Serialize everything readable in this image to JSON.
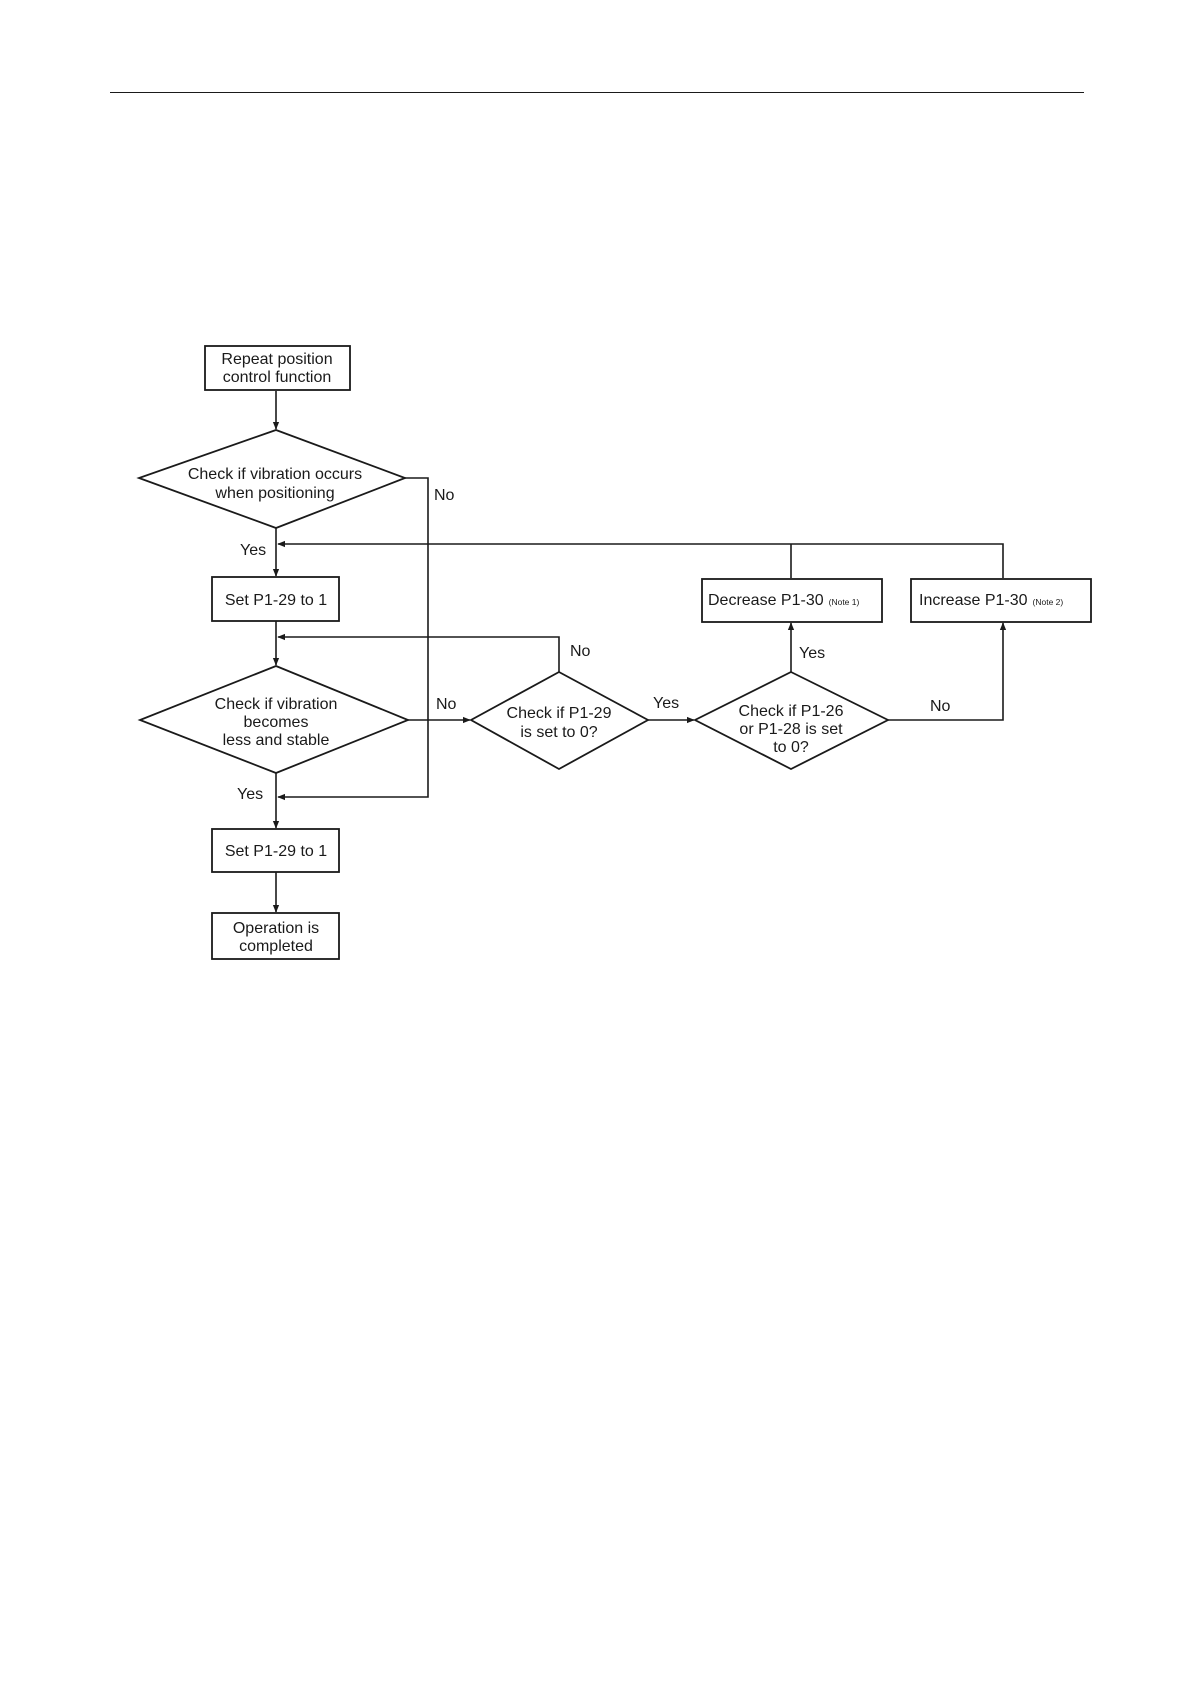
{
  "nodes": {
    "start": [
      "Repeat position",
      "control function"
    ],
    "check_vibration": [
      "Check if vibration occurs",
      "when positioning"
    ],
    "set_p129_first": [
      "Set P1-29 to 1"
    ],
    "check_stable": [
      "Check if vibration",
      "becomes",
      "less and stable"
    ],
    "check_p129": [
      "Check if P1-29",
      "is set to 0?"
    ],
    "check_p126": [
      "Check if P1-26",
      "or P1-28 is set",
      "to 0?"
    ],
    "decrease": {
      "text": "Decrease P1-30",
      "note": "(Note 1)"
    },
    "increase": {
      "text": "Increase P1-30",
      "note": "(Note 2)"
    },
    "set_p129_second": [
      "Set P1-29 to 1"
    ],
    "end": [
      "Operation is",
      "completed"
    ]
  },
  "edges": {
    "no_vibration": "No",
    "yes_vibration": "Yes",
    "p129_no": "No",
    "stable_no": "No",
    "p129_yes": "Yes",
    "p126_yes": "Yes",
    "p126_no": "No",
    "stable_yes": "Yes"
  }
}
